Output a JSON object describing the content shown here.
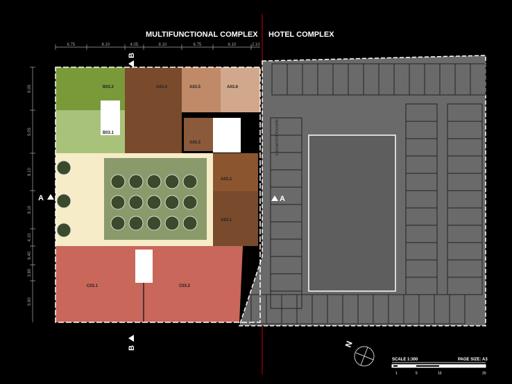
{
  "titles": {
    "left": "MULTIFUNCTIONAL COMPLEX",
    "right": "HOTEL COMPLEX"
  },
  "dims_horizontal": [
    "6.75",
    "8.10",
    "4.05",
    "8.10",
    "6.75",
    "8.10",
    "2.10"
  ],
  "dims_vertical": [
    "9.05",
    "9.05",
    "8.10",
    "8.10",
    "4.10",
    "6.40",
    "3.80",
    "5.90"
  ],
  "rooms": {
    "b032": "B03.2",
    "b031": "B03.1",
    "a034": "A03.4",
    "a035": "A03.5",
    "a036": "A03.6",
    "a033": "A03.3",
    "a032": "A03.2",
    "a031": "A03.1",
    "c031": "C03.1",
    "c032": "C03.2"
  },
  "sections": {
    "a": "A",
    "b": "B"
  },
  "service_elevators": "SERVICE ELEVATORS",
  "north": "N",
  "scale": {
    "label": "SCALE 1:300",
    "page_size": "PAGE SIZE: A3",
    "ticks": [
      "1",
      "5",
      "10",
      "20"
    ]
  },
  "colors": {
    "green_dark": "#7a9a3a",
    "green_light": "#a9c27a",
    "brown": "#7a4a2c",
    "tan": "#c08a68",
    "tan_light": "#d2a88c",
    "cream": "#f6ecc8",
    "court": "#8a9a6a",
    "red": "#c8675a",
    "gray": "#6a6a6a"
  }
}
